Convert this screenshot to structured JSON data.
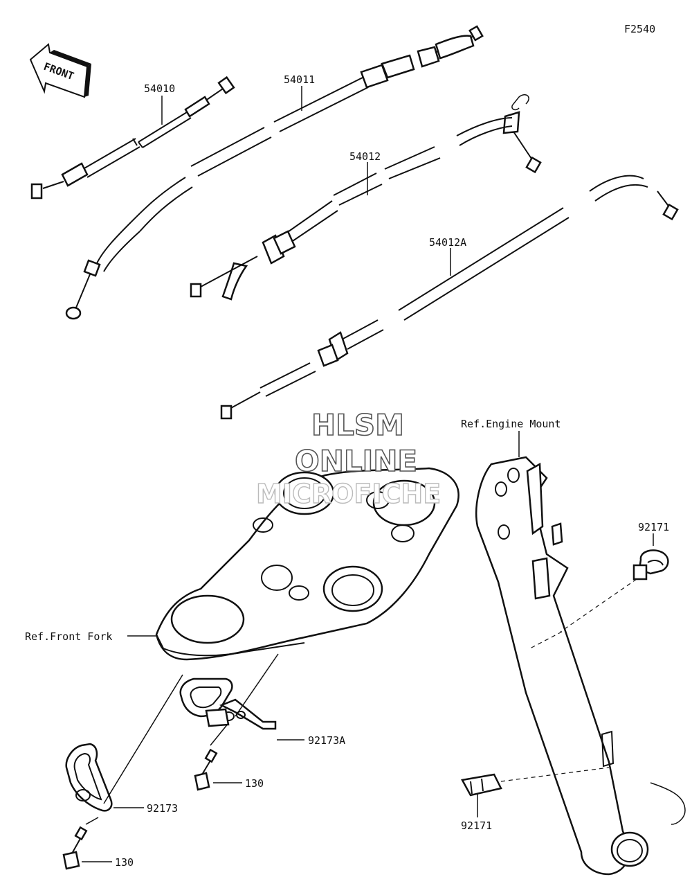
{
  "diagram_code": "F2540",
  "front_arrow": {
    "label": "FRONT"
  },
  "watermark": {
    "line1": "HLSM",
    "line2": "ONLINE",
    "line3": "MICROFICHE"
  },
  "callouts": {
    "p54010": "54010",
    "p54011": "54011",
    "p54012": "54012",
    "p54012a": "54012A",
    "ref_engine_mount": "Ref.Engine Mount",
    "p92171_top": "92171",
    "ref_front_fork": "Ref.Front Fork",
    "p92173a": "92173A",
    "p130_upper": "130",
    "p92173": "92173",
    "p130_lower": "130",
    "p92171_bottom": "92171"
  }
}
